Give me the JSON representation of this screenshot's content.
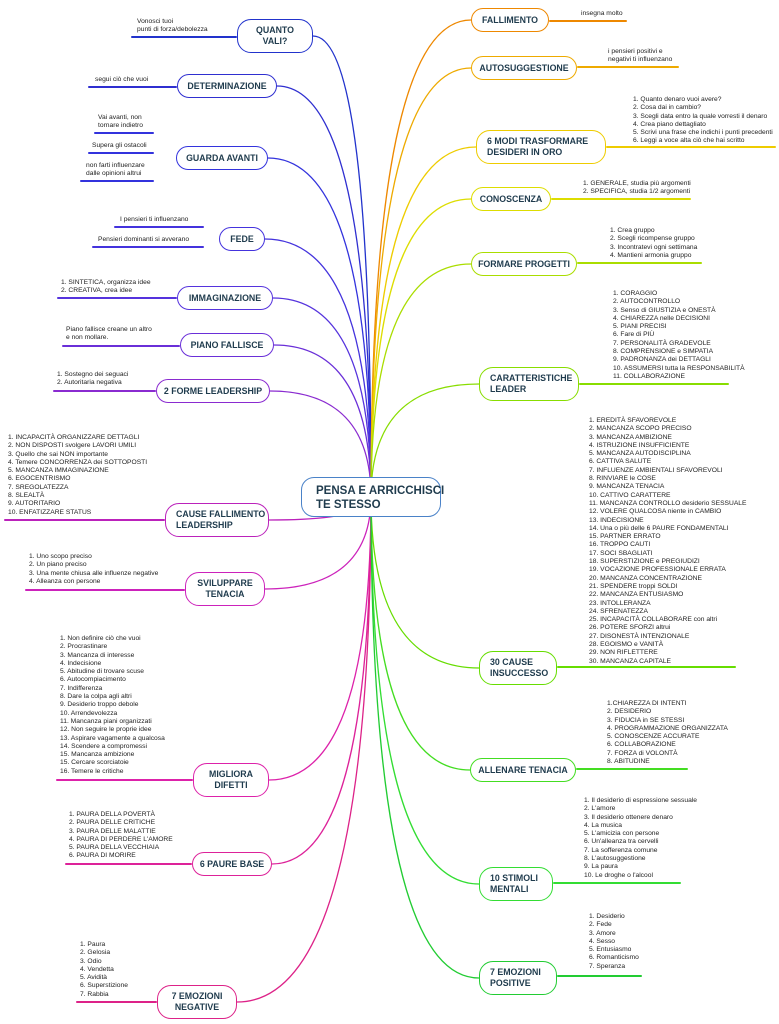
{
  "central": {
    "lines": [
      "PENSA E ARRICCHISCI",
      "TE STESSO"
    ],
    "border": "#4a82c8"
  },
  "left": [
    {
      "id": "quanto-vali",
      "lines": [
        "QUANTO",
        "VALI?"
      ],
      "color": "#2233cc",
      "notes": [
        {
          "lines": [
            "Vonosci tuoi",
            "punti di forza/debolezza"
          ]
        }
      ]
    },
    {
      "id": "determinazione",
      "lines": [
        "DETERMINAZIONE"
      ],
      "color": "#2f2fd0",
      "notes": [
        {
          "lines": [
            "segui ciò che vuoi"
          ]
        }
      ]
    },
    {
      "id": "guarda-avanti",
      "lines": [
        "GUARDA AVANTI"
      ],
      "color": "#3333dd",
      "notes": [
        {
          "lines": [
            "Vai avanti, non",
            "tornare indietro"
          ]
        },
        {
          "lines": [
            "Supera gli ostacoli"
          ]
        },
        {
          "lines": [
            "non farti influenzare",
            "dalle opinioni altrui"
          ]
        }
      ]
    },
    {
      "id": "fede",
      "lines": [
        "FEDE"
      ],
      "color": "#4433dd",
      "notes": [
        {
          "lines": [
            "I pensieri ti influenzano"
          ]
        },
        {
          "lines": [
            "Pensieri dominanti si avverano"
          ]
        }
      ]
    },
    {
      "id": "immaginazione",
      "lines": [
        "IMMAGINAZIONE"
      ],
      "color": "#5533dd",
      "notes": [
        {
          "lines": [
            "1. SINTETICA, organizza idee",
            "2. CREATIVA, crea idee"
          ]
        }
      ]
    },
    {
      "id": "piano-fallisce",
      "lines": [
        "PIANO FALLISCE"
      ],
      "color": "#6a2fd8",
      "notes": [
        {
          "lines": [
            "Piano fallisce creane un altro",
            "e non mollare."
          ]
        }
      ]
    },
    {
      "id": "forme-leadership",
      "lines": [
        "2 FORME LEADERSHIP"
      ],
      "color": "#8a2bd0",
      "notes": [
        {
          "lines": [
            "1. Sostegno dei seguaci",
            "2. Autoritaria negativa"
          ]
        }
      ]
    },
    {
      "id": "cause-fallimento",
      "lines": [
        "CAUSE FALLIMENTO",
        "LEADERSHIP"
      ],
      "color": "#bb22bb",
      "notes": [
        {
          "lines": [
            "1. INCAPACITÀ ORGANIZZARE DETTAGLI",
            "2. NON DISPOSTI svolgere LAVORI UMILI",
            "3. Quello che sai NON importante",
            "4. Temere CONCORRENZA dei SOTTOPOSTI",
            "5. MANCANZA IMMAGINAZIONE",
            "6. EGOCENTRISMO",
            "7. SREGOLATEZZA",
            "8. SLEALTÀ",
            "9. AUTORITARIO",
            "10. ENFATIZZARE STATUS"
          ]
        }
      ]
    },
    {
      "id": "sviluppare-tenacia",
      "lines": [
        "SVILUPPARE",
        "TENACIA"
      ],
      "color": "#cc22bb",
      "notes": [
        {
          "lines": [
            "1. Uno scopo preciso",
            "2. Un piano preciso",
            "3. Una mente chiusa alle influenze negative",
            "4. Alleanza con persone"
          ]
        }
      ]
    },
    {
      "id": "migliora-difetti",
      "lines": [
        "MIGLIORA",
        "DIFETTI"
      ],
      "color": "#dd22aa",
      "notes": [
        {
          "lines": [
            "1. Non definire ciò che vuoi",
            "2. Procrastinare",
            "3. Mancanza di interesse",
            "4. Indecisione",
            "5. Abitudine di trovare scuse",
            "6. Autocompiacimento",
            "7. Indifferenza",
            "8. Dare la colpa agli altri",
            "9. Desiderio troppo debole",
            "10. Arrendevolezza",
            "11. Mancanza piani organizzati",
            "12. Non seguire le proprie idee",
            "13. Aspirare vagamente a qualcosa",
            "14. Scendere a compromessi",
            "15. Mancanza ambizione",
            "15. Cercare scorciatoie",
            "16. Temere le critiche"
          ]
        }
      ]
    },
    {
      "id": "paure-base",
      "lines": [
        "6 PAURE BASE"
      ],
      "color": "#dd2299",
      "notes": [
        {
          "lines": [
            "1. PAURA DELLA POVERTÀ",
            "2. PAURA DELLE CRITICHE",
            "3. PAURA DELLE MALATTIE",
            "4. PAURA DI PERDERE L'AMORE",
            "5. PAURA DELLA VECCHIAIA",
            "6. PAURA DI MORIRE"
          ]
        }
      ]
    },
    {
      "id": "emozioni-negative",
      "lines": [
        "7 EMOZIONI",
        "NEGATIVE"
      ],
      "color": "#dd2288",
      "notes": [
        {
          "lines": [
            "1. Paura",
            "2. Gelosia",
            "3. Odio",
            "4. Vendetta",
            "5. Avidità",
            "6. Superstizione",
            "7. Rabbia"
          ]
        }
      ]
    }
  ],
  "right": [
    {
      "id": "fallimento",
      "lines": [
        "FALLIMENTO"
      ],
      "color": "#ee8800",
      "notes": [
        {
          "lines": [
            "insegna molto"
          ]
        }
      ]
    },
    {
      "id": "autosuggestione",
      "lines": [
        "AUTOSUGGESTIONE"
      ],
      "color": "#eeaa00",
      "notes": [
        {
          "lines": [
            "i pensieri positivi e",
            "negativi ti influenzano"
          ]
        }
      ]
    },
    {
      "id": "modi-trasformare",
      "lines": [
        "6 MODI TRASFORMARE",
        "DESIDERI IN ORO"
      ],
      "color": "#eecc00",
      "notes": [
        {
          "lines": [
            "1. Quanto denaro vuoi avere?",
            "2. Cosa dai in cambio?",
            "3. Scegli data entro la quale vorresti il denaro",
            "4. Crea piano dettagliato",
            "5. Scrivi una frase che indichi i punti precedenti",
            "6. Leggi a voce alta ciò che hai scritto"
          ]
        }
      ]
    },
    {
      "id": "conoscenza",
      "lines": [
        "CONOSCENZA"
      ],
      "color": "#dddd00",
      "notes": [
        {
          "lines": [
            "1. GENERALE, studia più argomenti",
            "2. SPECIFICA, studia 1/2 argomenti"
          ]
        }
      ]
    },
    {
      "id": "formare-progetti",
      "lines": [
        "FORMARE PROGETTI"
      ],
      "color": "#aadd00",
      "notes": [
        {
          "lines": [
            "1. Crea gruppo",
            "2. Scegli ricompense gruppo",
            "3. Incontratevi ogni settimana",
            "4. Mantieni armonia gruppo"
          ]
        }
      ]
    },
    {
      "id": "caratteristiche-leader",
      "lines": [
        "CARATTERISTICHE",
        "LEADER"
      ],
      "color": "#88dd00",
      "notes": [
        {
          "lines": [
            "1. CORAGGIO",
            "2. AUTOCONTROLLO",
            "3. Senso di GIUSTIZIA e ONESTÀ",
            "4. CHIAREZZA nelle DECISIONI",
            "5. PIANI PRECISI",
            "6. Fare di PIÙ",
            "7. PERSONALITÀ GRADEVOLE",
            "8. COMPRENSIONE e SIMPATIA",
            "9. PADRONANZA dei DETTAGLI",
            "10. ASSUMERSI tutta la RESPONSABILITÀ",
            "11. COLLABORAZIONE"
          ]
        }
      ]
    },
    {
      "id": "cause-insuccesso",
      "lines": [
        "30 CAUSE",
        "INSUCCESSO"
      ],
      "color": "#66dd00",
      "notes": [
        {
          "lines": [
            "1. EREDITÀ SFAVOREVOLE",
            "2. MANCANZA SCOPO PRECISO",
            "3. MANCANZA AMBIZIONE",
            "4. ISTRUZIONE INSUFFICIENTE",
            "5. MANCANZA AUTODISCIPLINA",
            "6. CATTIVA SALUTE",
            "7. INFLUENZE AMBIENTALI SFAVOREVOLI",
            "8. RINVIARE le COSE",
            "9. MANCANZA TENACIA",
            "10. CATTIVO CARATTERE",
            "11. MANCANZA CONTROLLO desiderio SESSUALE",
            "12. VOLERE QUALCOSA niente in CAMBIO",
            "13. INDECISIONE",
            "14. Una o più delle 6 PAURE FONDAMENTALI",
            "15. PARTNER ERRATO",
            "16. TROPPO CAUTI",
            "17. SOCI SBAGLIATI",
            "18. SUPERSTIZIONE e PREGIUDIZI",
            "19. VOCAZIONE PROFESSIONALE ERRATA",
            "20. MANCANZA CONCENTRAZIONE",
            "21. SPENDERE troppi SOLDI",
            "22. MANCANZA ENTUSIASMO",
            "23. INTOLLERANZA",
            "24. SFRENATEZZA",
            "25. INCAPACITÀ COLLABORARE con altri",
            "26. POTERE SFORZI altrui",
            "27. DISONESTÀ INTENZIONALE",
            "28. EGOISMO e VANITÀ",
            "29. NON RIFLETTERE",
            "30. MANCANZA CAPITALE"
          ]
        }
      ]
    },
    {
      "id": "allenare-tenacia",
      "lines": [
        "ALLENARE TENACIA"
      ],
      "color": "#44dd22",
      "notes": [
        {
          "lines": [
            "1.CHIAREZZA DI INTENTI",
            "2. DESIDERIO",
            "3. FIDUCIA in SE STESSI",
            "4. PROGRAMMAZIONE ORGANIZZATA",
            "5. CONOSCENZE ACCURATE",
            "6. COLLABORAZIONE",
            "7. FORZA di VOLONTÀ",
            "8. ABITUDINE"
          ]
        }
      ]
    },
    {
      "id": "stimoli-mentali",
      "lines": [
        "10 STIMOLI",
        "MENTALI"
      ],
      "color": "#33dd33",
      "notes": [
        {
          "lines": [
            "1. Il desiderio di espressione sessuale",
            "2. L'amore",
            "3. Il desiderio ottenere denaro",
            "4. La musica",
            "5. L'amicizia con persone",
            "6. Un'alleanza tra cervelli",
            "7. La sofferenza comune",
            "8. L'autosuggestione",
            "9. La paura",
            "10. Le droghe o l'alcool"
          ]
        }
      ]
    },
    {
      "id": "emozioni-positive",
      "lines": [
        "7 EMOZIONI",
        "POSITIVE"
      ],
      "color": "#22cc33",
      "notes": [
        {
          "lines": [
            "1. Desiderio",
            "2. Fede",
            "3. Amore",
            "4. Sesso",
            "5. Entusiasmo",
            "6. Romanticismo",
            "7. Speranza"
          ]
        }
      ]
    }
  ]
}
